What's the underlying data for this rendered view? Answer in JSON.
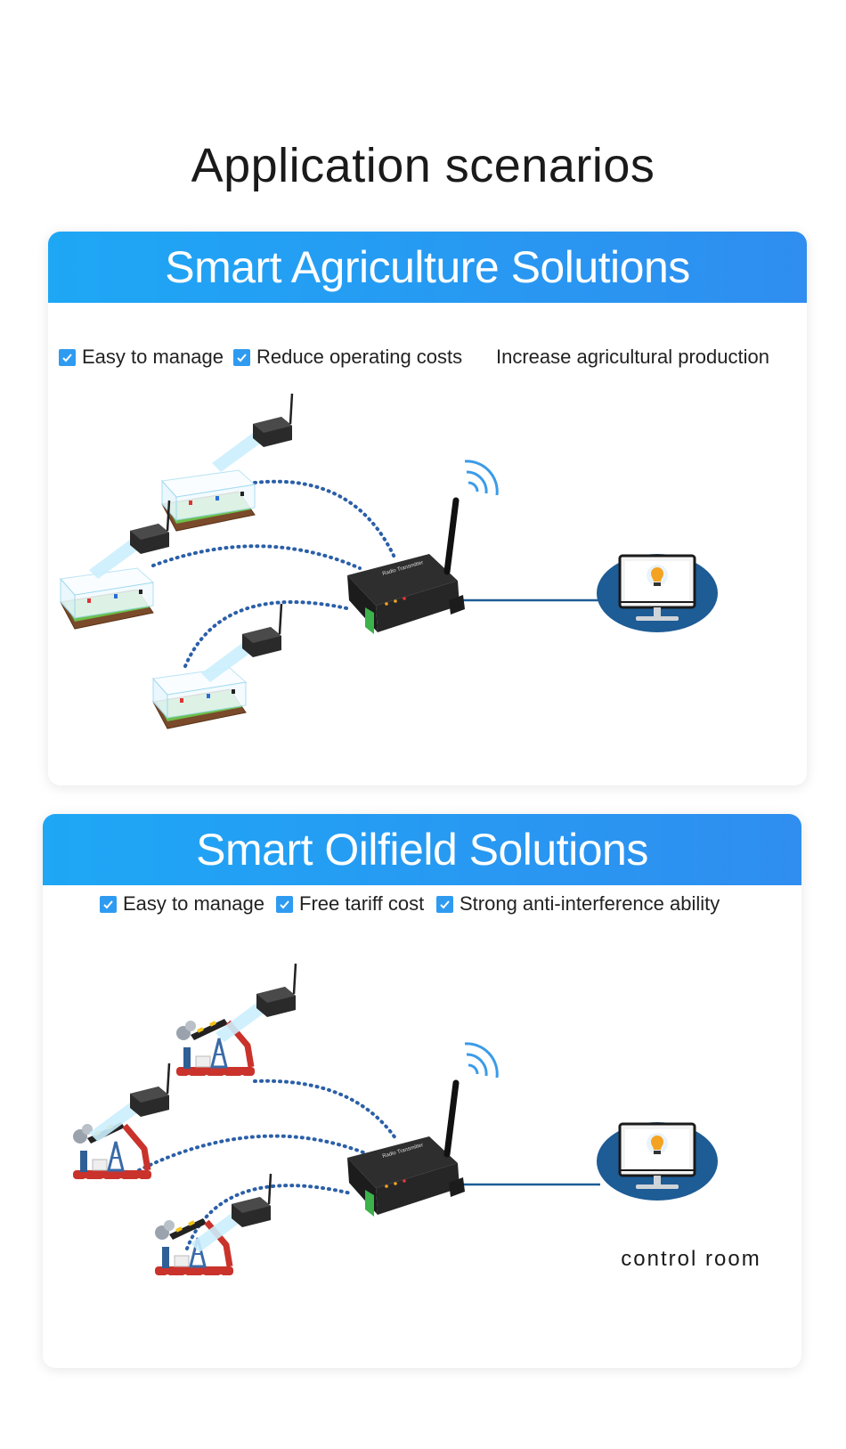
{
  "page": {
    "title": "Application scenarios"
  },
  "agriculture": {
    "banner": "Smart Agriculture Solutions",
    "features": [
      "Easy to manage",
      "Reduce operating costs",
      "Increase agricultural production"
    ]
  },
  "oilfield": {
    "banner": "Smart Oilfield Solutions",
    "features": [
      "Easy to manage",
      "Free tariff cost",
      "Strong anti-interference ability"
    ],
    "control_label": "control room"
  },
  "colors": {
    "accent": "#1ea7f5",
    "check": "#2f9bf0",
    "monitor_bg": "#1d5c95",
    "dots": "#2b5fa8"
  },
  "icons": [
    "check-icon",
    "greenhouse-icon",
    "oil-pump-icon",
    "radio-module-icon",
    "gateway-icon",
    "wifi-signal-icon",
    "monitor-icon",
    "light-bulb-icon"
  ]
}
